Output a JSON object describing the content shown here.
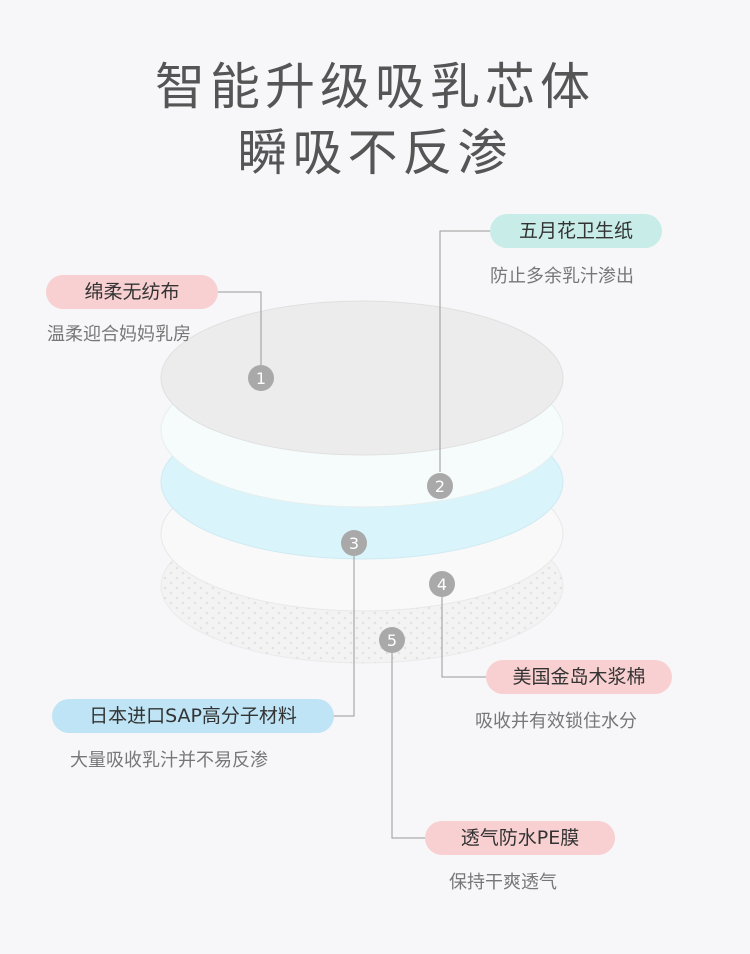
{
  "title": {
    "line1": "智能升级吸乳芯体",
    "line2": "瞬吸不反渗"
  },
  "layers": [
    {
      "number": "1",
      "name": "绵柔无纺布",
      "description": "温柔迎合妈妈乳房",
      "label_color": "#f8d0d1"
    },
    {
      "number": "2",
      "name": "五月花卫生纸",
      "description": "防止多余乳汁渗出",
      "label_color": "#c8ede9"
    },
    {
      "number": "3",
      "name": "日本进口SAP高分子材料",
      "description": "大量吸收乳汁并不易反渗",
      "label_color": "#bfe4f6"
    },
    {
      "number": "4",
      "name": "美国金岛木浆棉",
      "description": "吸收并有效锁住水分",
      "label_color": "#f8d0d1"
    },
    {
      "number": "5",
      "name": "透气防水PE膜",
      "description": "保持干爽透气",
      "label_color": "#f8d0d1"
    }
  ],
  "colors": {
    "background": "#f7f7f9",
    "title_text": "#555555",
    "badge": "#a9a9a9",
    "connector_line": "#999999",
    "layer_sap": "#d9f4fb"
  }
}
